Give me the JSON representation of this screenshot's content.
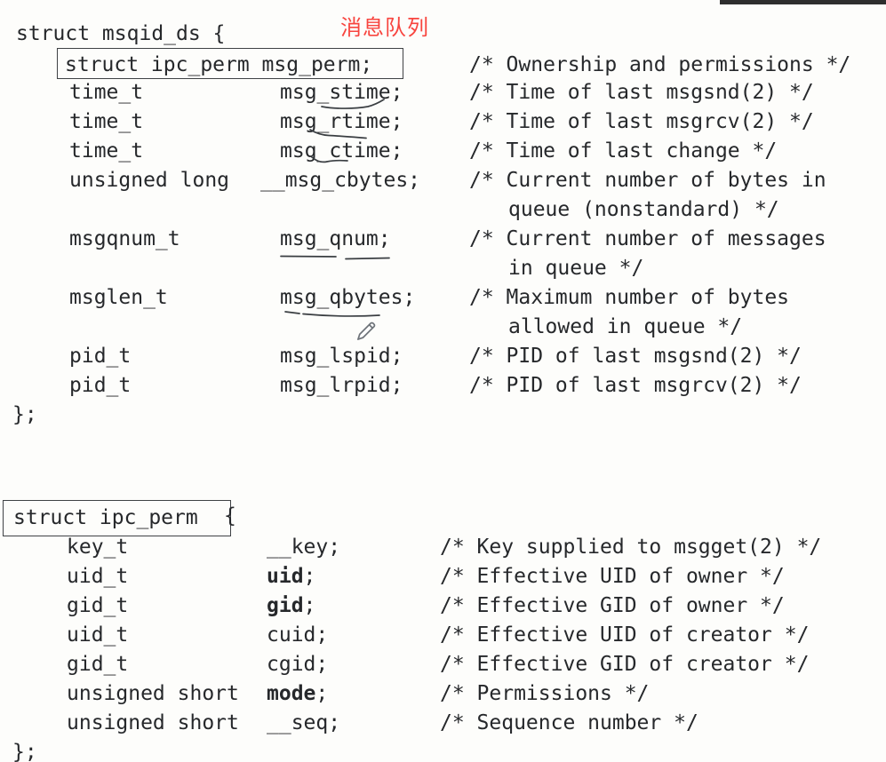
{
  "annotation": {
    "label": "消息队列"
  },
  "colors": {
    "bg": "#fdfdfb",
    "text": "#26282b",
    "annotation": "#f8453f",
    "ink": "#3a3e42",
    "pencil": "#6f747a",
    "topbar": "#2e2e2e"
  },
  "structs": {
    "msqid_ds": {
      "lines": [
        {
          "kind": "open",
          "text": "struct msqid_ds {"
        },
        {
          "kind": "boxed",
          "text": "struct ipc_perm msg_perm;",
          "comment": "/* Ownership and permissions */"
        },
        {
          "kind": "member",
          "type": "time_t",
          "name": "msg_stime;",
          "comment": "/* Time of last msgsnd(2) */"
        },
        {
          "kind": "member",
          "type": "time_t",
          "name": "msg_rtime;",
          "comment": "/* Time of last msgrcv(2) */"
        },
        {
          "kind": "member",
          "type": "time_t",
          "name": "msg_ctime;",
          "comment": "/* Time of last change */"
        },
        {
          "kind": "member",
          "type": "unsigned long",
          "name": "__msg_cbytes;",
          "comment": "/* Current number of bytes in",
          "outdent": true
        },
        {
          "kind": "cont",
          "text": "queue (nonstandard) */"
        },
        {
          "kind": "member",
          "type": "msgqnum_t",
          "name": "msg_qnum;",
          "comment": "/* Current number of messages"
        },
        {
          "kind": "cont",
          "text": "in queue */"
        },
        {
          "kind": "member",
          "type": "msglen_t",
          "name": "msg_qbytes;",
          "comment": "/* Maximum number of bytes"
        },
        {
          "kind": "cont",
          "text": "allowed in queue */"
        },
        {
          "kind": "member",
          "type": "pid_t",
          "name": "msg_lspid;",
          "comment": "/* PID of last msgsnd(2) */"
        },
        {
          "kind": "member",
          "type": "pid_t",
          "name": "msg_lrpid;",
          "comment": "/* PID of last msgrcv(2) */"
        },
        {
          "kind": "close",
          "text": "};"
        }
      ]
    },
    "ipc_perm": {
      "lines": [
        {
          "kind": "boxed-open",
          "text": "struct ipc_perm",
          "brace": "{"
        },
        {
          "kind": "member",
          "type": "key_t",
          "name": "__key;",
          "comment": "/* Key supplied to msgget(2) */"
        },
        {
          "kind": "member",
          "type": "uid_t",
          "name": "uid;",
          "bold": true,
          "comment": "/* Effective UID of owner */"
        },
        {
          "kind": "member",
          "type": "gid_t",
          "name": "gid;",
          "bold": true,
          "comment": "/* Effective GID of owner */"
        },
        {
          "kind": "member",
          "type": "uid_t",
          "name": "cuid;",
          "comment": "/* Effective UID of creator */"
        },
        {
          "kind": "member",
          "type": "gid_t",
          "name": "cgid;",
          "comment": "/* Effective GID of creator */"
        },
        {
          "kind": "member",
          "type": "unsigned short",
          "name": "mode;",
          "bold": true,
          "comment": "/* Permissions */"
        },
        {
          "kind": "member",
          "type": "unsigned short",
          "name": "__seq;",
          "comment": "/* Sequence number */"
        },
        {
          "kind": "close",
          "text": "};"
        }
      ]
    }
  },
  "ink_annotations": [
    "underline-msg-stime",
    "underline-msg-rtime",
    "underline-msg-ctime",
    "underline-msg-qnum",
    "underline-msg-qbytes",
    "pencil-cursor"
  ]
}
